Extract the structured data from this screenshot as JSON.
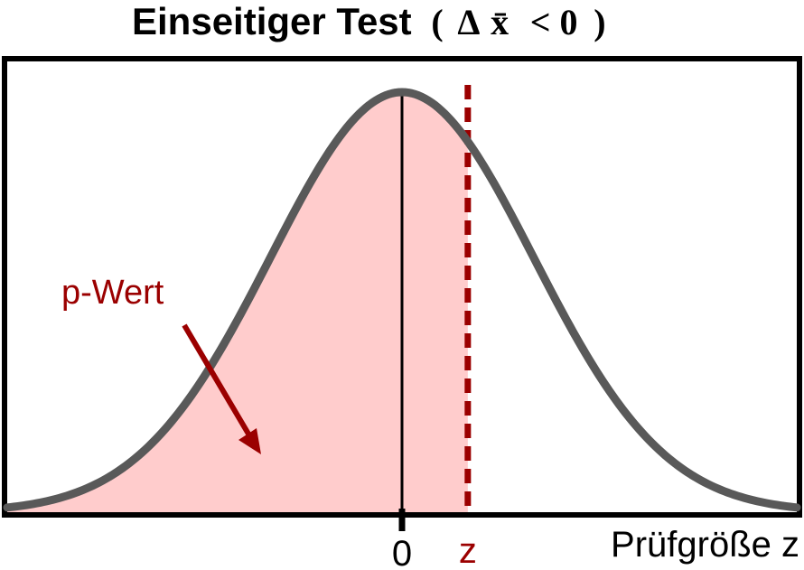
{
  "title": {
    "text": "Einseitiger Test",
    "open_paren": "(",
    "delta": "Δ",
    "x_bar": "x̄",
    "condition": "< 0",
    "close_paren": ")"
  },
  "labels": {
    "p_value": "p-Wert",
    "zero": "0",
    "z": "z",
    "axis": "Prüfgröße z"
  },
  "colors": {
    "curve": "#595959",
    "fill": "#ffcccc",
    "accent": "#9b0000",
    "frame": "#000000"
  },
  "distribution": {
    "type": "standard normal density",
    "mean": 0,
    "shaded_region": "z ≤ z_observed",
    "z_observed": 0.5,
    "x_range": [
      -3,
      3
    ]
  }
}
